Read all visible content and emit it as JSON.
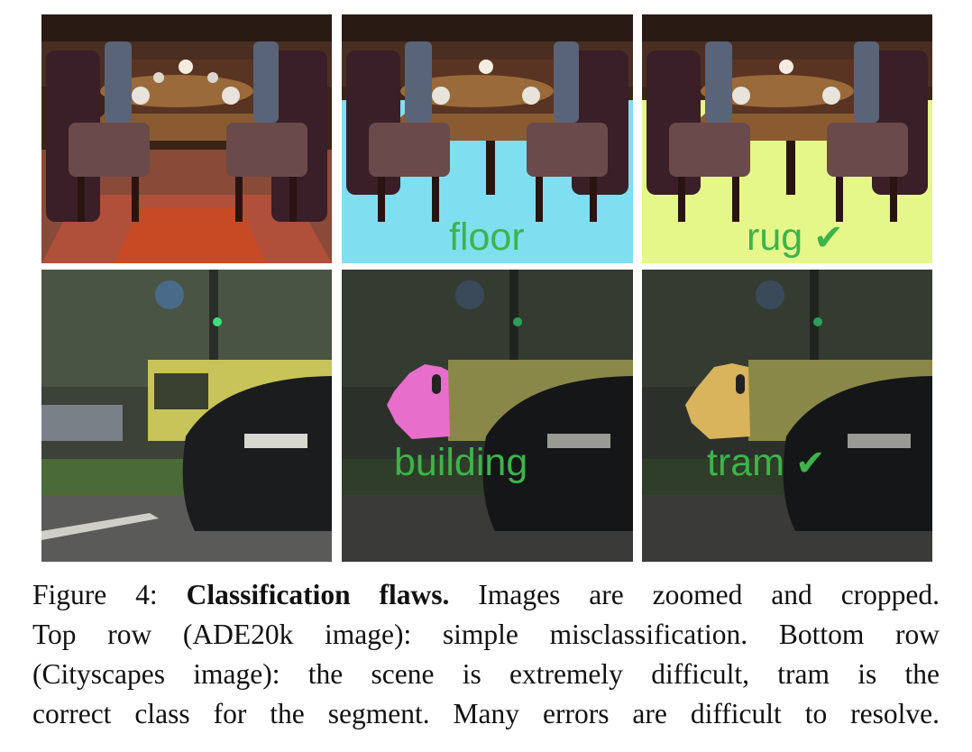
{
  "figure": {
    "top_row": {
      "middle_label": "floor",
      "right_label": "rug",
      "right_mark": "✔",
      "overlay_colors": {
        "floor": "#7fdff0",
        "rug": "#e6f78a"
      }
    },
    "bottom_row": {
      "middle_label": "building",
      "right_label": "tram",
      "right_mark": "✔",
      "overlay_colors": {
        "building": "#e86ecb",
        "tram": "#d9b45c"
      }
    },
    "label_color": "#3cb44b"
  },
  "caption": {
    "prefix": "Figure 4:",
    "bold": "Classification flaws.",
    "line1_rest": "Images are zoomed and cropped.",
    "line2": "Top row (ADE20k image): simple misclassification. Bottom row",
    "line3": "(Cityscapes image): the scene is extremely difficult, tram is the",
    "line4": "correct class for the segment. Many errors are difficult to resolve."
  }
}
